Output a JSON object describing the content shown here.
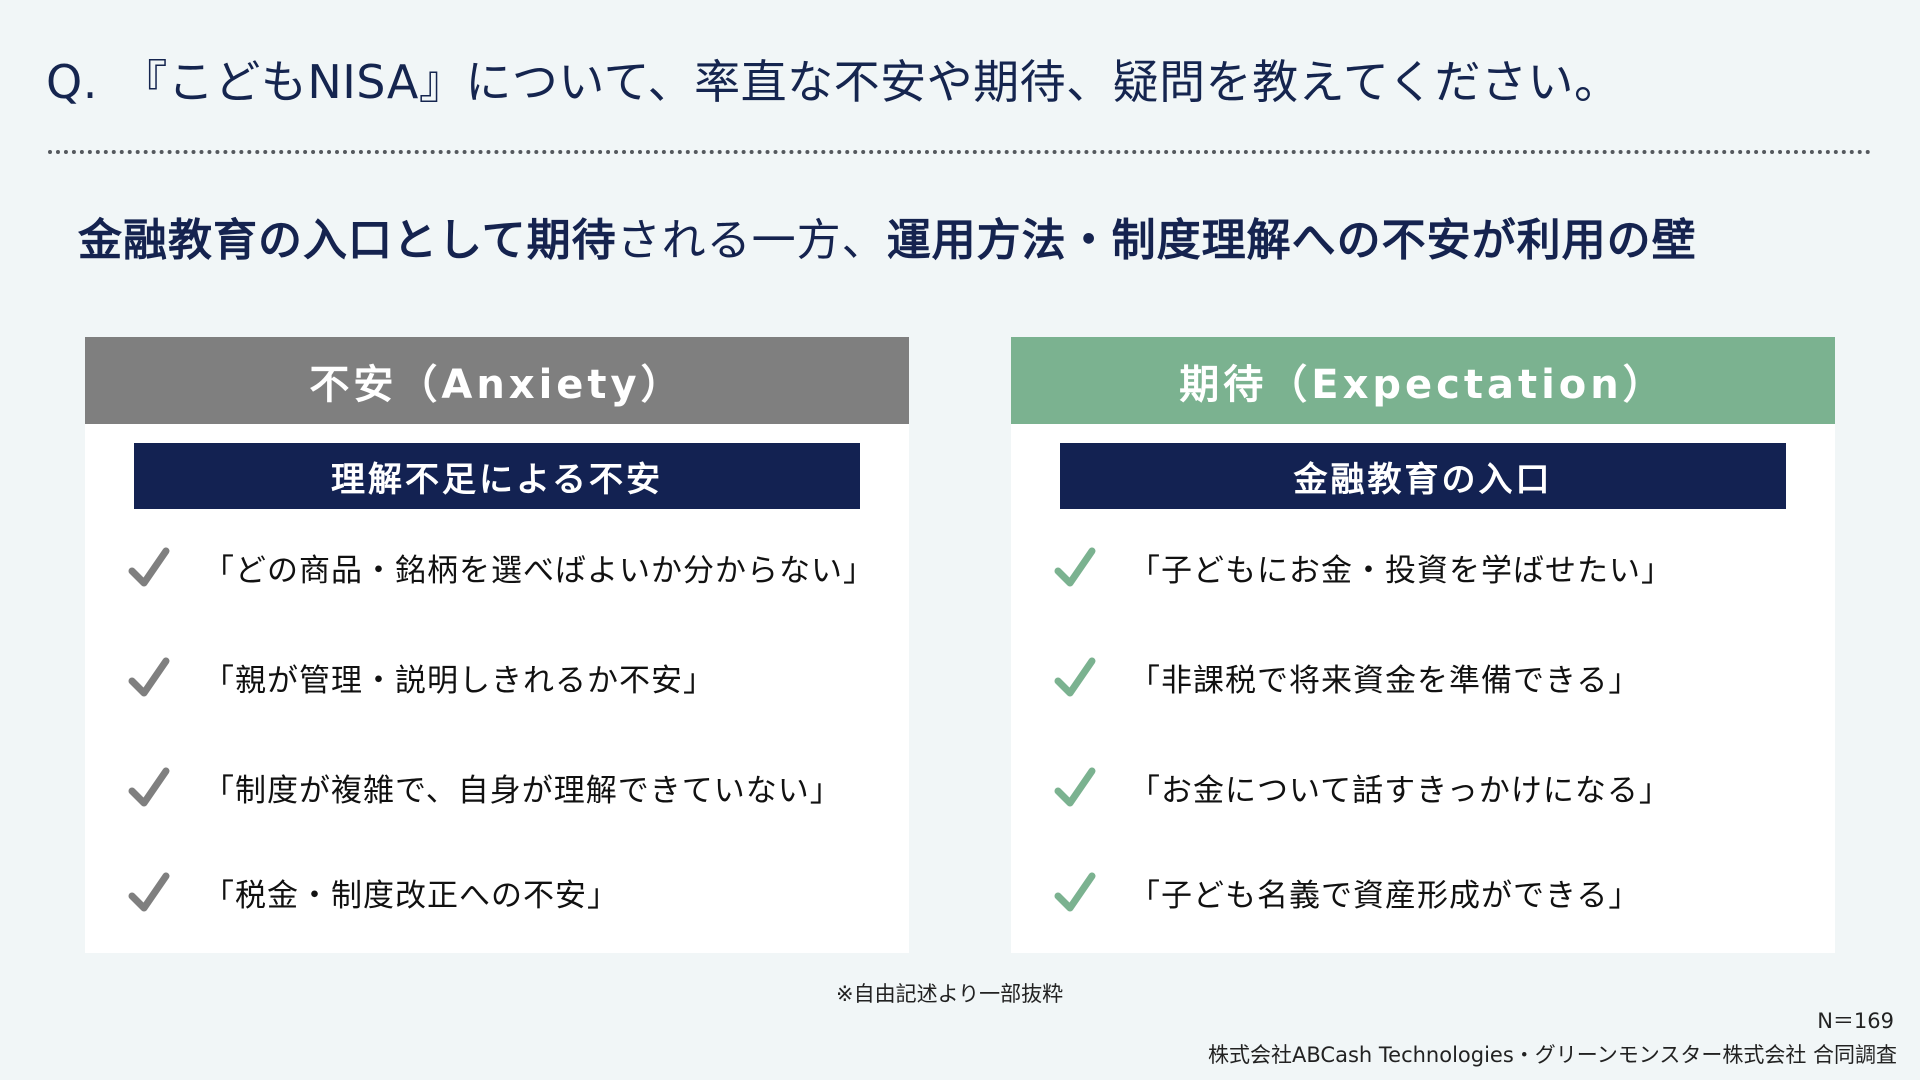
{
  "question": "Q.　『こどもNISA』について、率直な不安や期待、疑問を教えてください。",
  "headline": {
    "part1_bold": "金融教育の入口として期待",
    "part2_light": "される一方、",
    "part3_bold": "運用方法・制度理解への不安が利用の壁"
  },
  "colors": {
    "background": "#f1f6f7",
    "navy": "#132252",
    "anxiety_header": "#7f7f7f",
    "expectation_header": "#7bb290",
    "anxiety_check": "#7f7f7f",
    "expectation_check": "#7bb290"
  },
  "cards": {
    "anxiety": {
      "header": "不安（Anxiety）",
      "subheader": "理解不足による不安",
      "icon": "check-icon",
      "items": [
        "「どの商品・銘柄を選べばよいか分からない」",
        "「親が管理・説明しきれるか不安」",
        "「制度が複雑で、自身が理解できていない」",
        "「税金・制度改正への不安」"
      ]
    },
    "expectation": {
      "header": "期待（Expectation）",
      "subheader": "金融教育の入口",
      "icon": "check-icon",
      "items": [
        "「子どもにお金・投資を学ばせたい」",
        "「非課税で将来資金を準備できる」",
        "「お金について話すきっかけになる」",
        "「子ども名義で資産形成ができる」"
      ]
    }
  },
  "footer": {
    "note": "※自由記述より一部抜粋",
    "sample_size": "N＝169",
    "source": "株式会社ABCash Technologies・グリーンモンスター株式会社 合同調査"
  }
}
